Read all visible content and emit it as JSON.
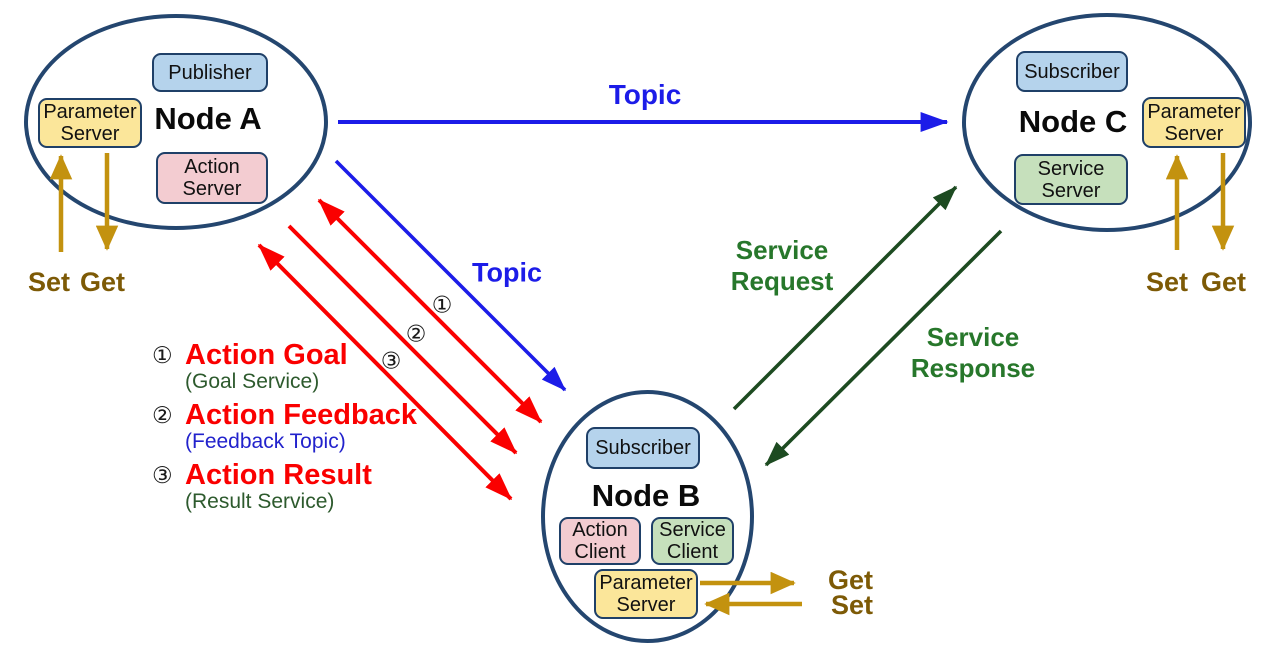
{
  "node_a": {
    "title": "Node A",
    "publisher": "Publisher",
    "parameter_server": "Parameter\nServer",
    "action_server": "Action\nServer",
    "set_label": "Set",
    "get_label": "Get"
  },
  "node_b": {
    "title": "Node B",
    "subscriber": "Subscriber",
    "action_client": "Action\nClient",
    "service_client": "Service\nClient",
    "parameter_server": "Parameter\nServer",
    "get_label": "Get",
    "set_label": "Set"
  },
  "node_c": {
    "title": "Node C",
    "subscriber": "Subscriber",
    "parameter_server": "Parameter\nServer",
    "service_server": "Service\nServer",
    "set_label": "Set",
    "get_label": "Get"
  },
  "arrows": {
    "topic_a_to_c_label": "Topic",
    "topic_a_to_b_label": "Topic",
    "service_request_label": "Service\nRequest",
    "service_response_label": "Service\nResponse",
    "marker_1": "①",
    "marker_2": "②",
    "marker_3": "③"
  },
  "legend": {
    "items": [
      {
        "num": "①",
        "title": "Action Goal",
        "subtitle": "(Goal Service)"
      },
      {
        "num": "②",
        "title": "Action Feedback",
        "subtitle": "(Feedback Topic)"
      },
      {
        "num": "③",
        "title": "Action Result",
        "subtitle": "(Result Service)"
      }
    ]
  },
  "colors": {
    "navy_border": "#24466F",
    "box_blue": "#B5D3EC",
    "box_yellow": "#FBE69A",
    "box_pink": "#F3CCD1",
    "box_green": "#C6E0BC",
    "topic_blue": "#1C1CE8",
    "action_red": "#FA0000",
    "service_green_arrow": "#1D4B21",
    "service_green_text": "#27772B",
    "gold_arrow": "#C3920F",
    "gold_text": "#7D5A06"
  }
}
